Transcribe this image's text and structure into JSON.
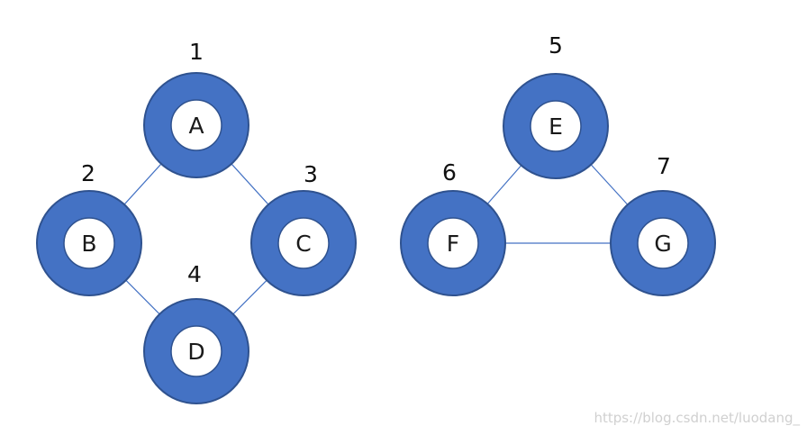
{
  "colors": {
    "ring": "#4472c4",
    "ring_border": "#2f528f",
    "center": "#ffffff",
    "edge": "#4472c4"
  },
  "nodes": [
    {
      "id": "A",
      "label": "A",
      "order": "1"
    },
    {
      "id": "B",
      "label": "B",
      "order": "2"
    },
    {
      "id": "C",
      "label": "C",
      "order": "3"
    },
    {
      "id": "D",
      "label": "D",
      "order": "4"
    },
    {
      "id": "E",
      "label": "E",
      "order": "5"
    },
    {
      "id": "F",
      "label": "F",
      "order": "6"
    },
    {
      "id": "G",
      "label": "G",
      "order": "7"
    }
  ],
  "edges": [
    {
      "from": "A",
      "to": "B"
    },
    {
      "from": "A",
      "to": "C"
    },
    {
      "from": "B",
      "to": "D"
    },
    {
      "from": "C",
      "to": "D"
    },
    {
      "from": "E",
      "to": "F"
    },
    {
      "from": "E",
      "to": "G"
    },
    {
      "from": "F",
      "to": "G"
    }
  ],
  "watermark": "https://blog.csdn.net/luodang_"
}
